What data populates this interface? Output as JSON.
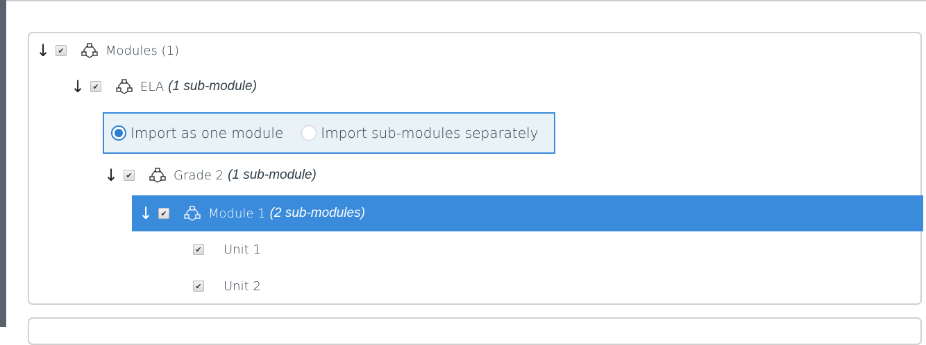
{
  "tree": {
    "root": {
      "label": "Modules (1)"
    },
    "ela": {
      "label": "ELA",
      "sub": "(1 sub-module)"
    },
    "import_options": {
      "selected": "Import as one module",
      "options": [
        "Import as one module",
        "Import sub-modules separately"
      ]
    },
    "grade2": {
      "label": "Grade 2",
      "sub": "(1 sub-module)"
    },
    "module1": {
      "label": "Module 1",
      "sub": "(2 sub-modules)"
    },
    "units": [
      {
        "label": "Unit 1"
      },
      {
        "label": "Unit 2"
      }
    ]
  },
  "icons": {
    "arrow": "↓",
    "check": "✔"
  },
  "colors": {
    "accent": "#3a8bdb",
    "radio_bg": "#e8f2f7",
    "border": "#d1d1d1"
  }
}
